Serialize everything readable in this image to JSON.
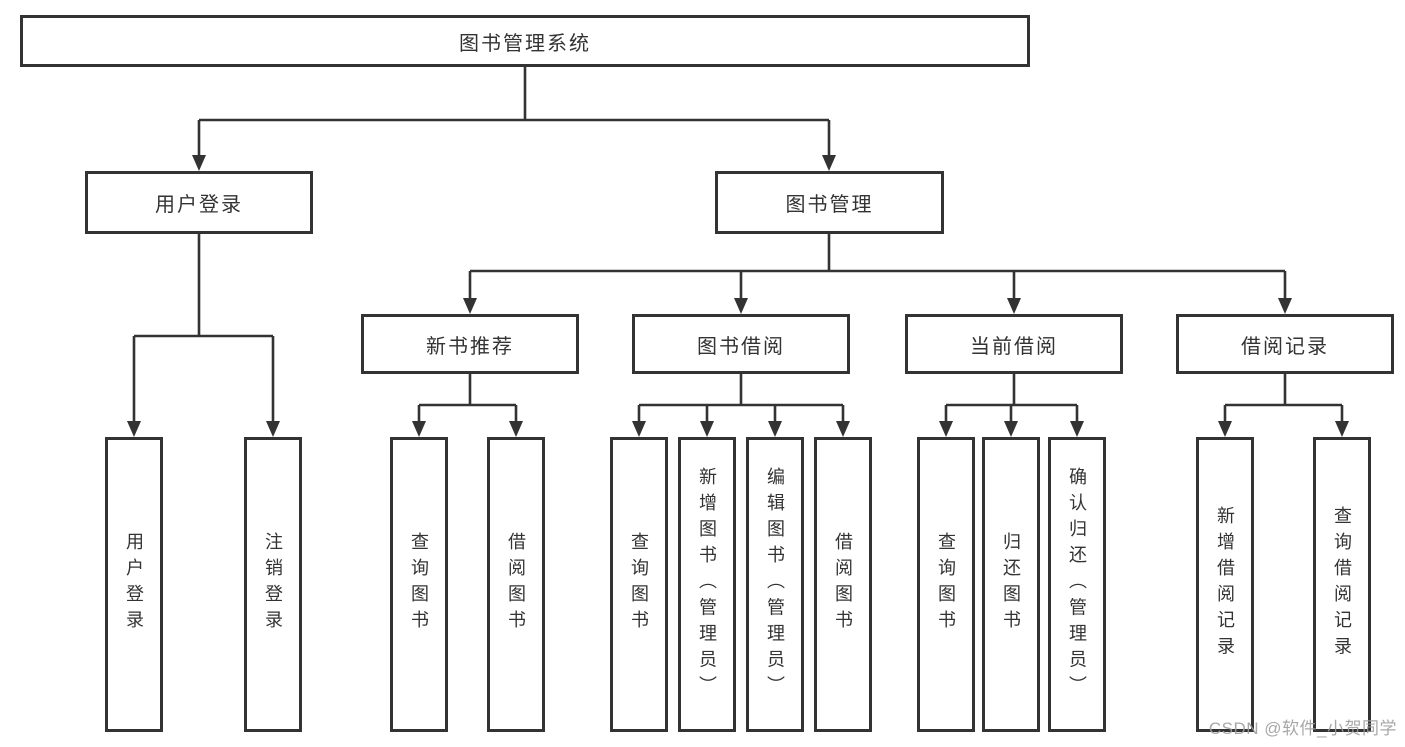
{
  "colors": {
    "line": "#333333",
    "box_bg": "#ffffff",
    "text": "#333333",
    "watermark": "#9e9e9e",
    "page_bg": "#ffffff"
  },
  "watermark": {
    "text": "CSDN @软件_小贺同学"
  },
  "tree": {
    "label": "图书管理系统",
    "children": [
      {
        "label": "用户登录",
        "children": [
          {
            "label": "用户登录"
          },
          {
            "label": "注销登录"
          }
        ]
      },
      {
        "label": "图书管理",
        "children": [
          {
            "label": "新书推荐",
            "children": [
              {
                "label": "查询图书"
              },
              {
                "label": "借阅图书"
              }
            ]
          },
          {
            "label": "图书借阅",
            "children": [
              {
                "label": "查询图书"
              },
              {
                "label": "新增图书（管理员）"
              },
              {
                "label": "编辑图书（管理员）"
              },
              {
                "label": "借阅图书"
              }
            ]
          },
          {
            "label": "当前借阅",
            "children": [
              {
                "label": "查询图书"
              },
              {
                "label": "归还图书"
              },
              {
                "label": "确认归还（管理员）"
              }
            ]
          },
          {
            "label": "借阅记录",
            "children": [
              {
                "label": "新增借阅记录"
              },
              {
                "label": "查询借阅记录"
              }
            ]
          }
        ]
      }
    ]
  }
}
